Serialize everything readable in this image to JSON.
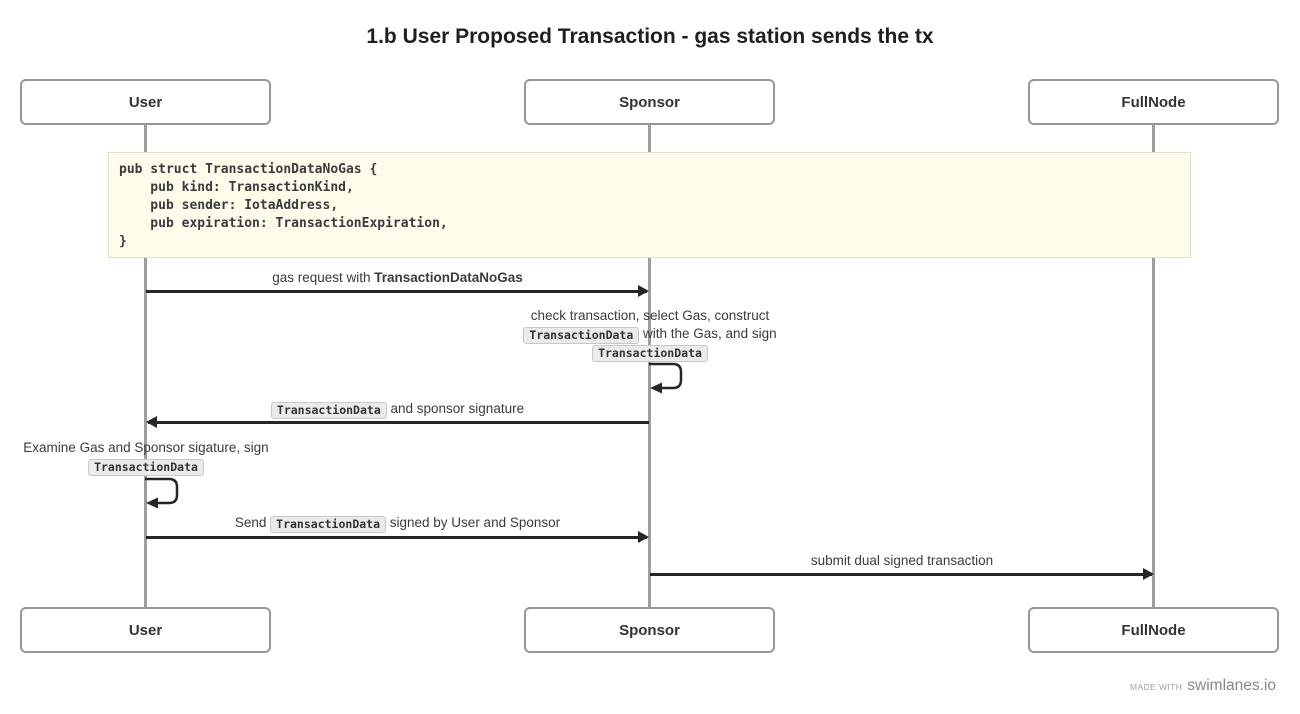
{
  "title": "1.b User Proposed Transaction - gas station sends the tx",
  "colors": {
    "box_border": "#979797",
    "lifeline": "#9e9e9e",
    "arrow": "#262626",
    "note_background": "#fffcec",
    "note_border": "#e2dfc6",
    "chip_background": "#ebebeb",
    "chip_border": "#c8c8c8",
    "label_text": "#3b3b3b",
    "footer_text": "#878787"
  },
  "participants": [
    {
      "label": "User"
    },
    {
      "label": "Sponsor"
    },
    {
      "label": "FullNode"
    }
  ],
  "note": {
    "code": "pub struct TransactionDataNoGas {\n    pub kind: TransactionKind,\n    pub sender: IotaAddress,\n    pub expiration: TransactionExpiration,\n}"
  },
  "messages": [
    {
      "from": "User",
      "to": "Sponsor",
      "kind": "arrow",
      "segments": [
        {
          "t": "text",
          "v": "gas request with "
        },
        {
          "t": "bold",
          "v": "TransactionDataNoGas"
        }
      ]
    },
    {
      "from": "Sponsor",
      "to": "Sponsor",
      "kind": "self",
      "lines": [
        [
          {
            "t": "text",
            "v": "check transaction, select Gas, construct"
          }
        ],
        [
          {
            "t": "code",
            "v": "TransactionData"
          },
          {
            "t": "text",
            "v": " with the Gas, and sign"
          }
        ],
        [
          {
            "t": "code",
            "v": "TransactionData"
          }
        ]
      ]
    },
    {
      "from": "Sponsor",
      "to": "User",
      "kind": "arrow",
      "segments": [
        {
          "t": "code",
          "v": "TransactionData"
        },
        {
          "t": "text",
          "v": " and sponsor signature"
        }
      ]
    },
    {
      "from": "User",
      "to": "User",
      "kind": "self",
      "lines": [
        [
          {
            "t": "text",
            "v": "Examine Gas and Sponsor sigature, sign"
          }
        ],
        [
          {
            "t": "code",
            "v": "TransactionData"
          }
        ]
      ]
    },
    {
      "from": "User",
      "to": "Sponsor",
      "kind": "arrow",
      "segments": [
        {
          "t": "text",
          "v": "Send "
        },
        {
          "t": "code",
          "v": "TransactionData"
        },
        {
          "t": "text",
          "v": " signed by User and Sponsor"
        }
      ]
    },
    {
      "from": "Sponsor",
      "to": "FullNode",
      "kind": "arrow",
      "segments": [
        {
          "t": "text",
          "v": "submit dual signed transaction"
        }
      ]
    }
  ],
  "footer": {
    "made_with": "MADE WITH",
    "brand": "swimlanes.io"
  }
}
